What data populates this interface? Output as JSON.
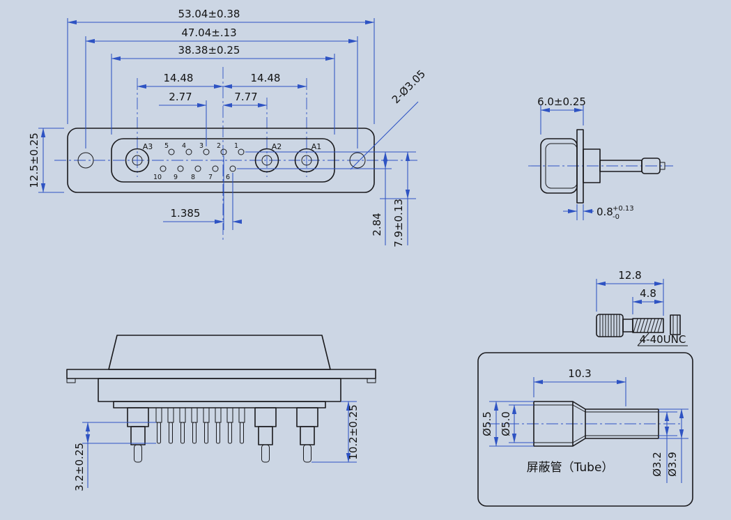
{
  "colors": {
    "background": "#ccd6e4",
    "dimension_lines": "#2e53c3",
    "part_lines": "#19191c",
    "text": "#121212"
  },
  "front_view": {
    "dim_overall_width": "53.04±0.38",
    "dim_mount_hole_span": "47.04±.13",
    "dim_insert_width": "38.38±0.25",
    "dim_a3_to_center": "14.48",
    "dim_center_to_a1": "14.48",
    "dim_pin_pitch": "2.77",
    "dim_center_to_a2": "7.77",
    "dim_flange_height": "12.5±0.25",
    "dim_row_stagger": "1.385",
    "dim_row_spacing": "2.84",
    "dim_pin_depth": "7.9±0.13",
    "dim_mount_holes": "2-Ø3.05",
    "contact_a3": "A3",
    "contact_a2": "A2",
    "contact_a1": "A1",
    "pins_top": [
      "5",
      "4",
      "3",
      "2",
      "1"
    ],
    "pins_bottom": [
      "10",
      "9",
      "8",
      "7",
      "6"
    ]
  },
  "side_view": {
    "dim_shell_depth": "6.0±0.25",
    "dim_flange_thickness": "0.8",
    "flange_tol_upper": "+0.13",
    "flange_tol_lower": "-0"
  },
  "jackscrew_detail": {
    "dim_overall_length": "12.8",
    "dim_thread_length": "4.8",
    "thread_spec": "4-40UNC"
  },
  "rear_view": {
    "dim_pin_tail_length": "3.2±0.25",
    "dim_overall_depth": "10.2±0.25"
  },
  "tube_detail": {
    "dim_tube_length": "10.3",
    "dim_outer_diameter_large": "Ø5.5",
    "dim_inner_diameter_large": "Ø5.0",
    "dim_inner_diameter_small": "Ø3.2",
    "dim_outer_diameter_small": "Ø3.9",
    "caption": "屏蔽管（Tube）"
  }
}
